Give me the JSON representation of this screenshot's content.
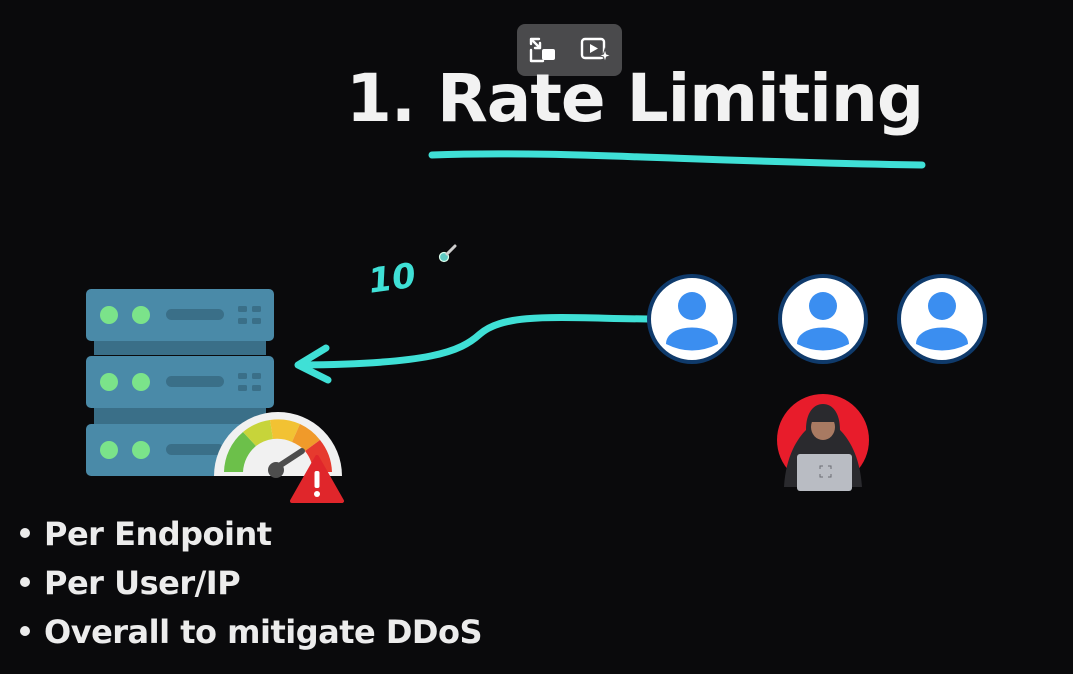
{
  "title": "1. Rate Limiting",
  "annotation": "10",
  "bullets": [
    "Per Endpoint",
    "Per User/IP",
    "Overall to mitigate DDoS"
  ],
  "icons": {
    "exit_pip": "picture-in-picture-icon",
    "autoplay": "play-sparkle-icon",
    "server": "server-rack-icon",
    "gauge": "speed-gauge-icon",
    "warning": "warning-triangle-icon",
    "user": "user-avatar-icon",
    "hacker": "hacker-icon"
  },
  "colors": {
    "background": "#0a0a0c",
    "accent_stroke": "#3fe0d6",
    "server_body": "#4a8aa8",
    "server_light": "#7be38a",
    "user_icon": "#3b8ef0",
    "hacker_bg": "#e81c2b",
    "warning": "#e0262b"
  }
}
